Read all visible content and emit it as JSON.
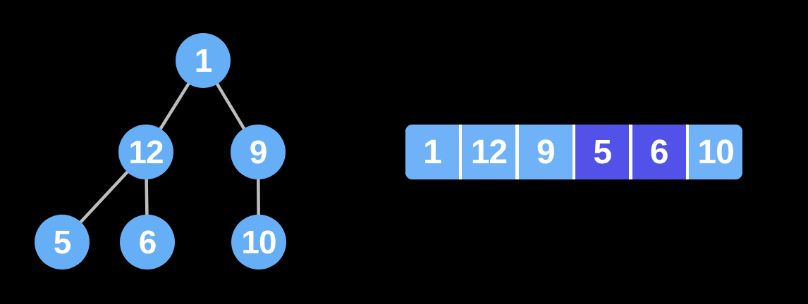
{
  "tree": {
    "description": "binary max-heap",
    "nodes": [
      {
        "id": "root",
        "value": "1"
      },
      {
        "id": "left",
        "value": "12"
      },
      {
        "id": "right",
        "value": "9"
      },
      {
        "id": "left-left",
        "value": "5"
      },
      {
        "id": "left-right",
        "value": "6"
      },
      {
        "id": "right-left",
        "value": "10"
      }
    ],
    "edges": [
      [
        "1",
        "12"
      ],
      [
        "1",
        "9"
      ],
      [
        "12",
        "5"
      ],
      [
        "12",
        "6"
      ],
      [
        "9",
        "10"
      ]
    ]
  },
  "array": {
    "description": "array representation of the heap",
    "cells": [
      {
        "index": 0,
        "value": "1",
        "highlighted": false
      },
      {
        "index": 1,
        "value": "12",
        "highlighted": false
      },
      {
        "index": 2,
        "value": "9",
        "highlighted": false
      },
      {
        "index": 3,
        "value": "5",
        "highlighted": true
      },
      {
        "index": 4,
        "value": "6",
        "highlighted": true
      },
      {
        "index": 5,
        "value": "10",
        "highlighted": false
      }
    ]
  },
  "colors": {
    "node_blue": "#66AFF6",
    "cell_blue": "#6FB2F8",
    "cell_highlight_purple": "#5252E8",
    "edge_gray": "#BDBDBD",
    "divider_white": "#FFFFFF",
    "text_white": "#FFFFFF",
    "background": "#000000"
  }
}
